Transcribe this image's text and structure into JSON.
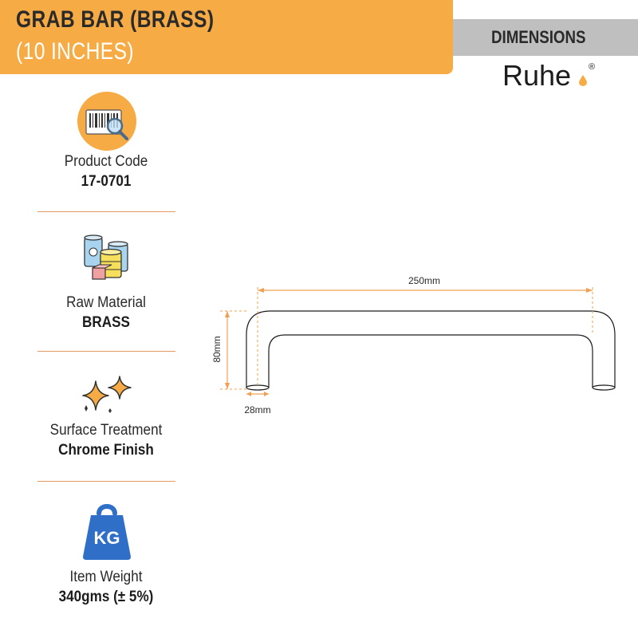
{
  "header": {
    "title_line1": "GRAB BAR (BRASS)",
    "title_line2": "(10 INCHES)",
    "dimensions_label": "DIMENSIONS",
    "brand": "Ruhe",
    "brand_mark": "®"
  },
  "specs": [
    {
      "icon": "barcode-magnifier-icon",
      "label": "Product Code",
      "value": "17-0701"
    },
    {
      "icon": "raw-material-drums-icon",
      "label": "Raw Material",
      "value": "BRASS"
    },
    {
      "icon": "sparkles-icon",
      "label": "Surface Treatment",
      "value": "Chrome Finish"
    },
    {
      "icon": "kg-weight-icon",
      "icon_text": "KG",
      "label": "Item Weight",
      "value": "340gms (± 5%)"
    }
  ],
  "diagram": {
    "length_label": "250mm",
    "height_label": "80mm",
    "diameter_label": "28mm"
  },
  "colors": {
    "accent": "#f7ab45",
    "dim_banner": "#bfbfbf",
    "divider": "#e39a63",
    "dimension_line": "#f0a050",
    "weight_icon": "#2f6fc8"
  }
}
